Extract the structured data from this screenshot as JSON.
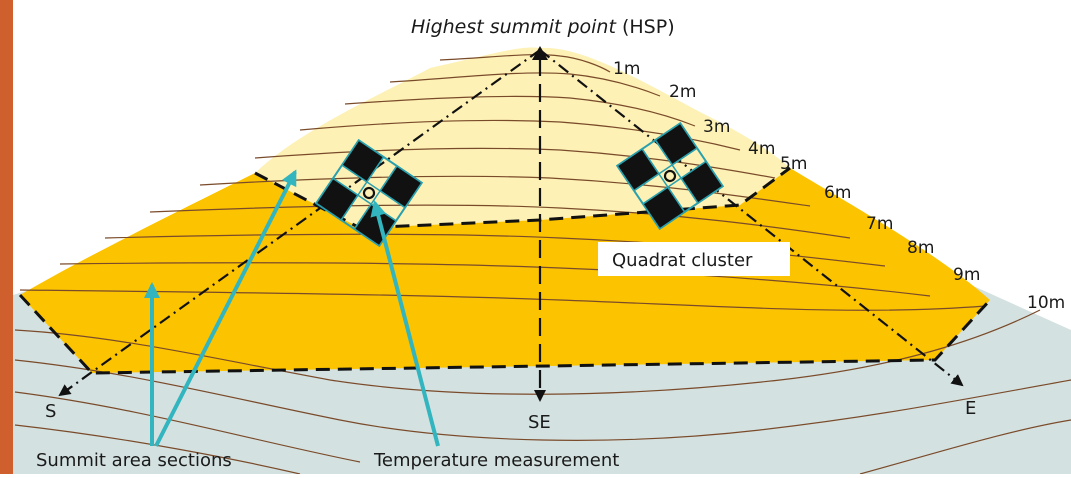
{
  "title": {
    "italic": "Highest summit point",
    "abbr": " (HSP)"
  },
  "contours": [
    "1m",
    "2m",
    "3m",
    "4m",
    "5m",
    "6m",
    "7m",
    "8m",
    "9m",
    "10m"
  ],
  "directions": {
    "south": "S",
    "southeast": "SE",
    "east": "E"
  },
  "labels": {
    "quadrat_cluster": "Quadrat cluster",
    "summit_sections": "Summit area sections",
    "temperature": "Temperature measurement"
  },
  "colors": {
    "upper_section": "#fdf1b5",
    "lower_section": "#fcc300",
    "ground": "#d4e1e1",
    "frame": "#cf5f2c",
    "contour": "#7a4b2a",
    "arrow": "#32b5be",
    "quadrat_fill": "#111111",
    "quadrat_outline": "#2aa0ae"
  }
}
